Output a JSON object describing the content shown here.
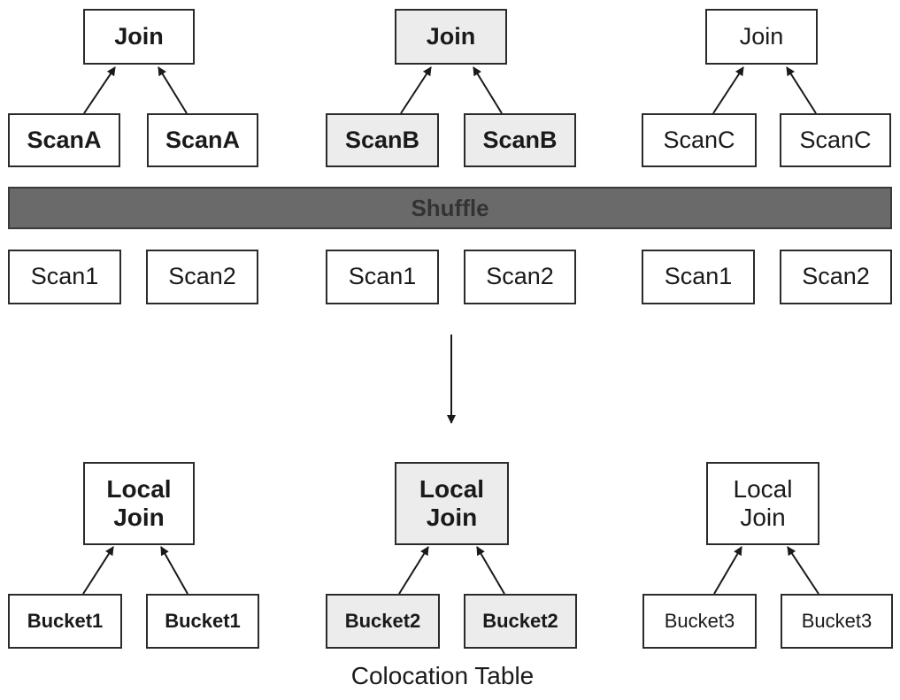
{
  "shuffle_label": "Shuffle",
  "caption": "Colocation Table",
  "top_groups": [
    {
      "join": "Join",
      "scans": [
        "ScanA",
        "ScanA"
      ]
    },
    {
      "join": "Join",
      "scans": [
        "ScanB",
        "ScanB"
      ]
    },
    {
      "join": "Join",
      "scans": [
        "ScanC",
        "ScanC"
      ]
    }
  ],
  "base_scans": [
    [
      "Scan1",
      "Scan2"
    ],
    [
      "Scan1",
      "Scan2"
    ],
    [
      "Scan1",
      "Scan2"
    ]
  ],
  "bottom_groups": [
    {
      "local_join": "Local\nJoin",
      "buckets": [
        "Bucket1",
        "Bucket1"
      ]
    },
    {
      "local_join": "Local\nJoin",
      "buckets": [
        "Bucket2",
        "Bucket2"
      ]
    },
    {
      "local_join": "Local\nJoin",
      "buckets": [
        "Bucket3",
        "Bucket3"
      ]
    }
  ]
}
